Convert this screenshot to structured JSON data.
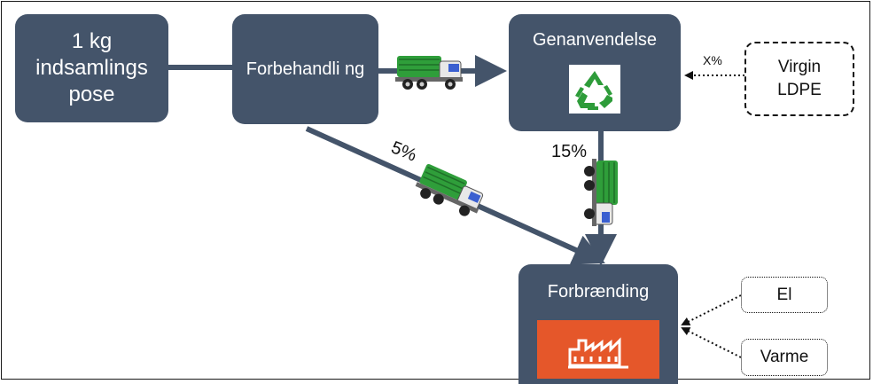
{
  "nodes": {
    "collection_bag": "1 kg indsamlings pose",
    "pretreatment": "Forbehandli ng",
    "recycling": "Genanvendelse",
    "incineration": "Forbrænding",
    "virgin_ldpe": "Virgin LDPE",
    "electricity": "El",
    "heat": "Varme"
  },
  "edge_labels": {
    "to_incineration_pct": "5%",
    "recycling_loss_pct": "15%",
    "virgin_share": "X%"
  },
  "icons": {
    "recycle": "recycle-icon",
    "factory": "factory-icon",
    "truck": "garbage-truck-icon"
  },
  "colors": {
    "box": "#44546a",
    "arrow": "#44546a",
    "recycle_green": "#2e9c3a",
    "factory_orange": "#e5572a",
    "truck_green": "#2f9e3a"
  }
}
